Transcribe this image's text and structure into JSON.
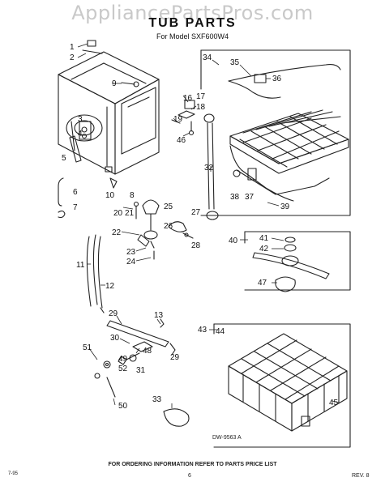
{
  "watermark": "AppliancePartsPros.com",
  "title": "TUB PARTS",
  "subtitle": "For Model SXF600W4",
  "drawing_number": "DW-9563 A",
  "footer_text": "FOR ORDERING INFORMATION REFER TO PARTS PRICE LIST",
  "page_number": "6",
  "left_corner": "7-95",
  "revision": "REV. 8",
  "part_callouts": [
    "1",
    "2",
    "3",
    "4",
    "5",
    "6",
    "7",
    "8",
    "9",
    "10",
    "11",
    "12",
    "13",
    "16",
    "17",
    "18",
    "19",
    "20",
    "21",
    "22",
    "23",
    "24",
    "25",
    "26",
    "27",
    "28",
    "29",
    "29",
    "30",
    "31",
    "32",
    "33",
    "34",
    "35",
    "36",
    "37",
    "38",
    "39",
    "40",
    "41",
    "42",
    "43",
    "44",
    "45",
    "46",
    "47",
    "48",
    "49",
    "50",
    "51",
    "52"
  ]
}
